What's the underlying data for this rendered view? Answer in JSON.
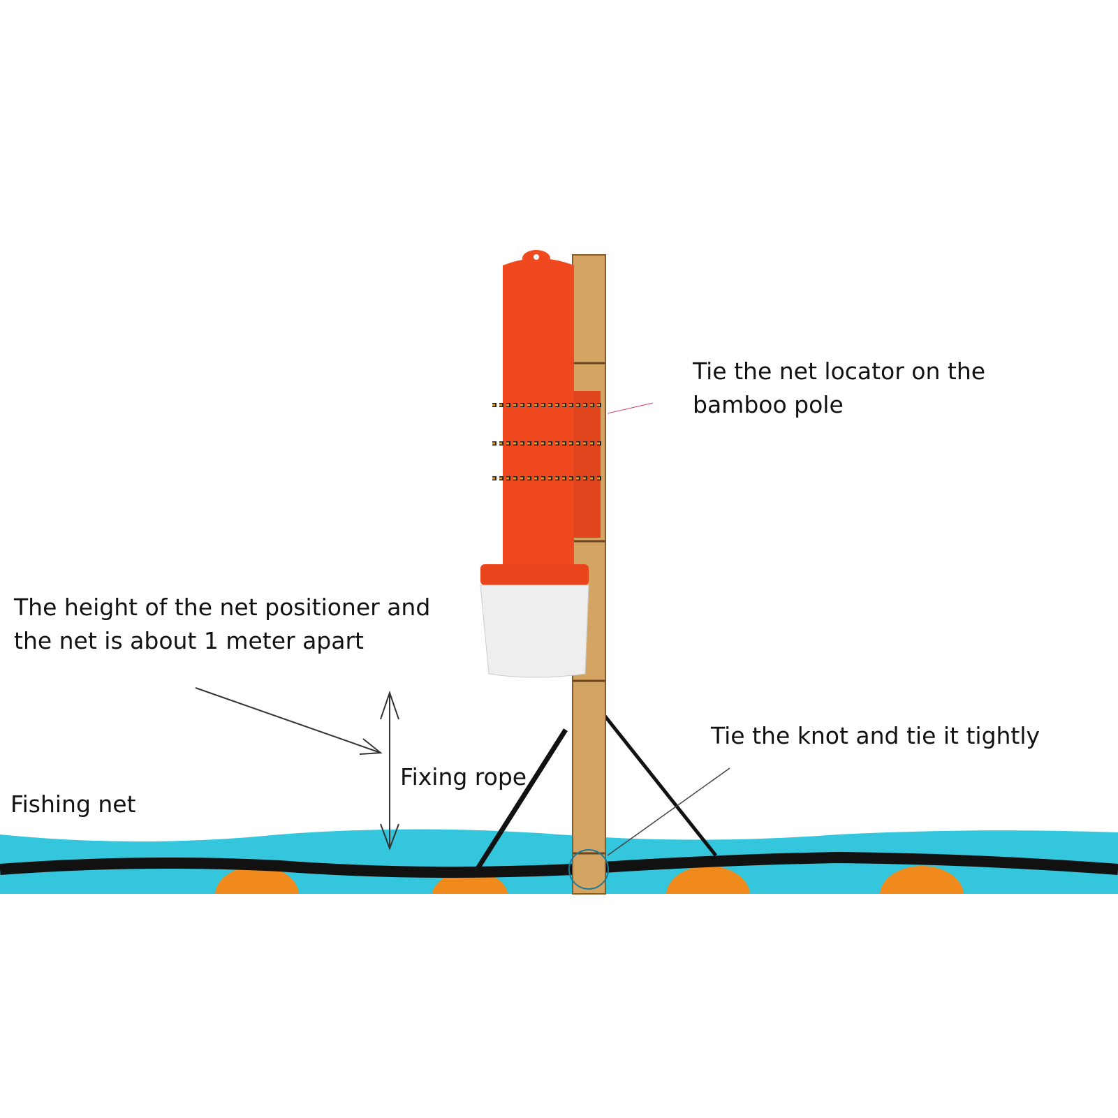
{
  "labels": {
    "tie_locator": [
      "Tie the net locator on the",
      "bamboo pole"
    ],
    "height": [
      "The height of the net positioner and",
      "the net is about 1 meter apart"
    ],
    "tie_knot": "Tie the knot and tie it tightly",
    "fixing_rope": "Fixing rope",
    "fishing_net": "Fishing net"
  },
  "colors": {
    "water": "#34c6dc",
    "locator": "#f0481f",
    "bamboo": "#d4a463",
    "float": "#f08a1c",
    "net_rope": "#111111"
  }
}
